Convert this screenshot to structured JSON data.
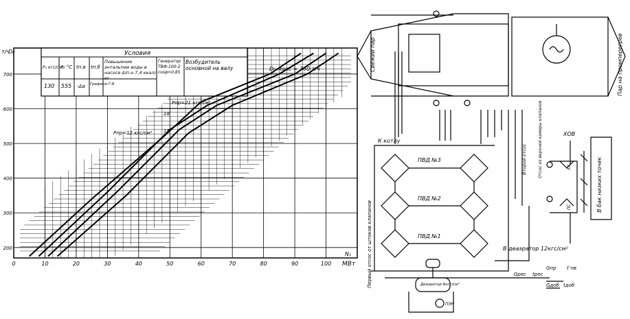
{
  "chart_data": {
    "type": "line",
    "y_axis_unit": "т/ч",
    "y_axis_symbol": "D₀",
    "x_axis_symbol": "N₁",
    "x_axis_unit": "МВт",
    "x_ticks": [
      "0",
      "10",
      "20",
      "30",
      "40",
      "50",
      "60",
      "70",
      "80",
      "90",
      "100"
    ],
    "y_ticks": [
      "200",
      "300",
      "400",
      "500",
      "600",
      "700"
    ],
    "xlim": [
      0,
      110
    ],
    "ylim": [
      170,
      775
    ],
    "grid": true,
    "conditions_title": "Условия",
    "conditions_headers": [
      "P₀ кгс/см²",
      "t₀ °C",
      "tп.в",
      "tп.б",
      "Повышение энтальпии воды в насосе Δiп.н 7,4 ккал/кг",
      "Генератор ТВФ-100-2 cosφ=0,85",
      "Возбудитель основной на валу"
    ],
    "conditions_values": [
      "130",
      "555",
      "-Δα",
      "Графики Г-8",
      "",
      "",
      ""
    ],
    "max_flow_label": "D₀ макс = 760 т/ч",
    "curve_labels": [
      "Pпр=12 кгс/см²",
      "15",
      "18",
      "Pпр=21 кгс/см²"
    ],
    "series": [
      {
        "values": [
          [
            5,
            175
          ],
          [
            25,
            340
          ],
          [
            48,
            520
          ],
          [
            60,
            620
          ],
          [
            82,
            700
          ],
          [
            92,
            760
          ]
        ]
      },
      {
        "values": [
          [
            8,
            175
          ],
          [
            30,
            360
          ],
          [
            50,
            540
          ],
          [
            62,
            610
          ],
          [
            85,
            700
          ],
          [
            96,
            760
          ]
        ]
      },
      {
        "values": [
          [
            11,
            175
          ],
          [
            33,
            360
          ],
          [
            53,
            540
          ],
          [
            65,
            610
          ],
          [
            90,
            700
          ],
          [
            100,
            760
          ]
        ]
      },
      {
        "values": [
          [
            14,
            175
          ],
          [
            36,
            350
          ],
          [
            56,
            530
          ],
          [
            70,
            610
          ],
          [
            94,
            700
          ],
          [
            104,
            760
          ]
        ]
      }
    ]
  },
  "scheme": {
    "label_fresh_steam": "Свежий пар",
    "label_reheat_steam": "Пар на промперегрев",
    "label_to_boiler": "К котлу",
    "label_hpr3": "ПВД №3",
    "label_hpr2": "ПВД №2",
    "label_hpr1": "ПВД №1",
    "label_hov": "ХОВ",
    "label_hz": "ХЗ",
    "label_pe": "ПС",
    "label_second_extraction": "Второй отсос",
    "label_first_extraction": "Отсос из верхней камеры клапанов",
    "label_own_needs": "В бак низких точек",
    "label_deaerator_line": "В деаэратор 12кгс/см²",
    "label_gpr": "Gпр",
    "label_tpv": "t″пв",
    "label_g_res": "Gрес",
    "label_t_res": "tрес",
    "label_g_add": "Gдоб",
    "label_t_add": "tдоб",
    "label_deaerator": "Деаэратор 6кгс/см²",
    "label_pump": "ПЭН",
    "label_stem_leakoff": "Первый отсос от штоков клапанов"
  }
}
